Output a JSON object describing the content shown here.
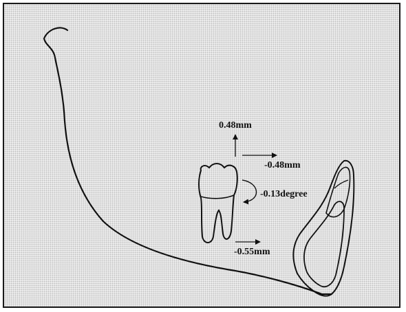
{
  "diagram": {
    "labels": {
      "vertical_displacement": "0.48mm",
      "horizontal_displacement": "-0.48mm",
      "rotation": "-0.13degree",
      "root_displacement": "-0.55mm"
    },
    "colors": {
      "stroke": "#111111",
      "background": "#e4e4e4",
      "border": "#1a1a1a"
    }
  }
}
